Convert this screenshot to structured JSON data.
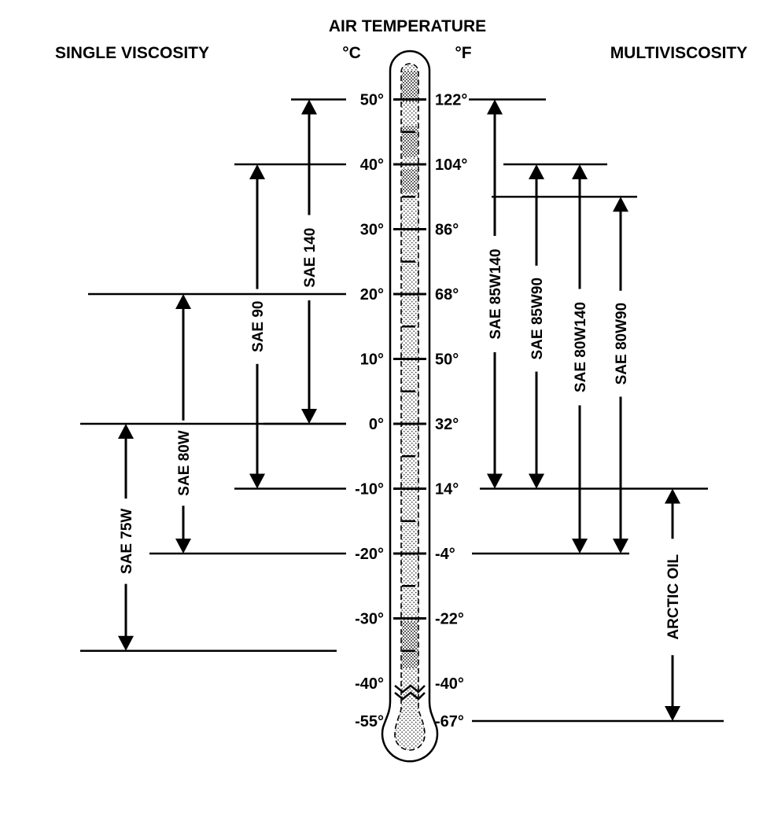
{
  "title": "AIR TEMPERATURE",
  "left_heading": "SINGLE VISCOSITY",
  "right_heading": "MULTIVISCOSITY",
  "celsius_unit": "°C",
  "fahrenheit_unit": "°F",
  "celsius_ticks": [
    "50°",
    "40°",
    "30°",
    "20°",
    "10°",
    "0°",
    "-10°",
    "-20°",
    "-30°",
    "-40°",
    "-55°"
  ],
  "fahrenheit_ticks": [
    "122°",
    "104°",
    "86°",
    "68°",
    "50°",
    "32°",
    "14°",
    "-4°",
    "-22°",
    "-40°",
    "-67°"
  ],
  "single_viscosity": [
    {
      "label": "SAE 140",
      "range_c": [
        0,
        50
      ]
    },
    {
      "label": "SAE 90",
      "range_c": [
        -10,
        40
      ]
    },
    {
      "label": "SAE 80W",
      "range_c": [
        -20,
        20
      ]
    },
    {
      "label": "SAE 75W",
      "range_c": [
        -35,
        0
      ]
    }
  ],
  "multiviscosity": [
    {
      "label": "SAE 85W140",
      "range_c": [
        -10,
        50
      ]
    },
    {
      "label": "SAE 85W90",
      "range_c": [
        -10,
        40
      ]
    },
    {
      "label": "SAE 80W140",
      "range_c": [
        -20,
        40
      ]
    },
    {
      "label": "SAE 80W90",
      "range_c": [
        -20,
        35
      ]
    },
    {
      "label": "ARCTIC OIL",
      "range_c": [
        -55,
        -10
      ]
    }
  ]
}
